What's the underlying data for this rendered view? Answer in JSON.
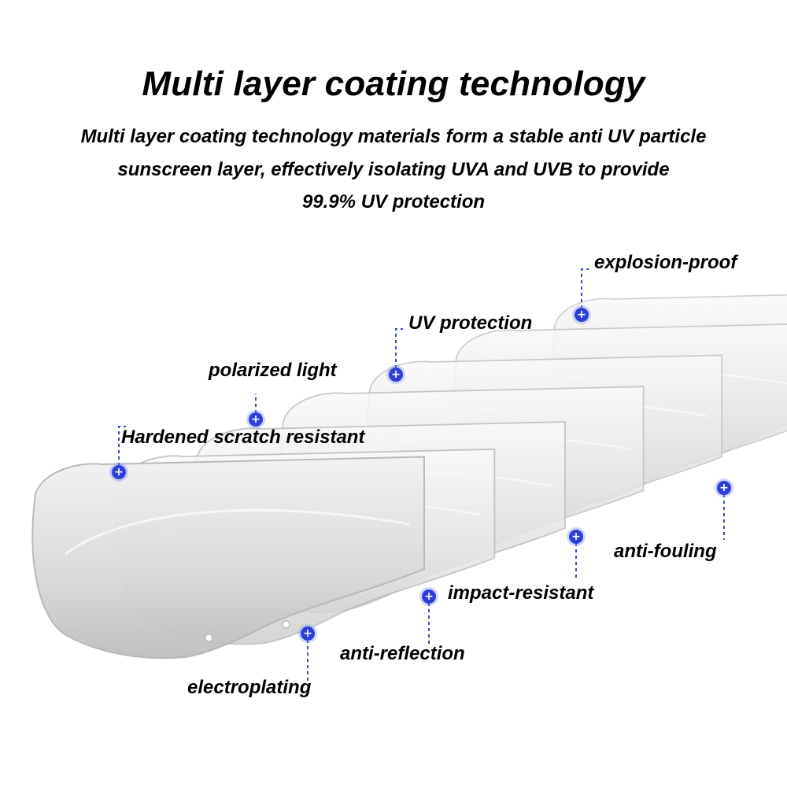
{
  "title": "Multi layer coating technology",
  "subtitle": {
    "line1": "Multi layer coating technology materials form a stable anti UV particle",
    "line2": "sunscreen layer, effectively isolating UVA and UVB to provide",
    "line3": "99.9% UV protection"
  },
  "labels": {
    "explosion_proof": "explosion-proof",
    "uv_protection": "UV protection",
    "polarized_light": "polarized light",
    "hardened_scratch_resistant": "Hardened scratch resistant",
    "anti_fouling": "anti-fouling",
    "impact_resistant": "impact-resistant",
    "anti_reflection": "anti-reflection",
    "electroplating": "electroplating"
  },
  "marker_glyph": "+",
  "colors": {
    "marker": "#2f3fd6",
    "leader_line": "#3a4fb0",
    "visor_edge": "#bcbcbc"
  }
}
